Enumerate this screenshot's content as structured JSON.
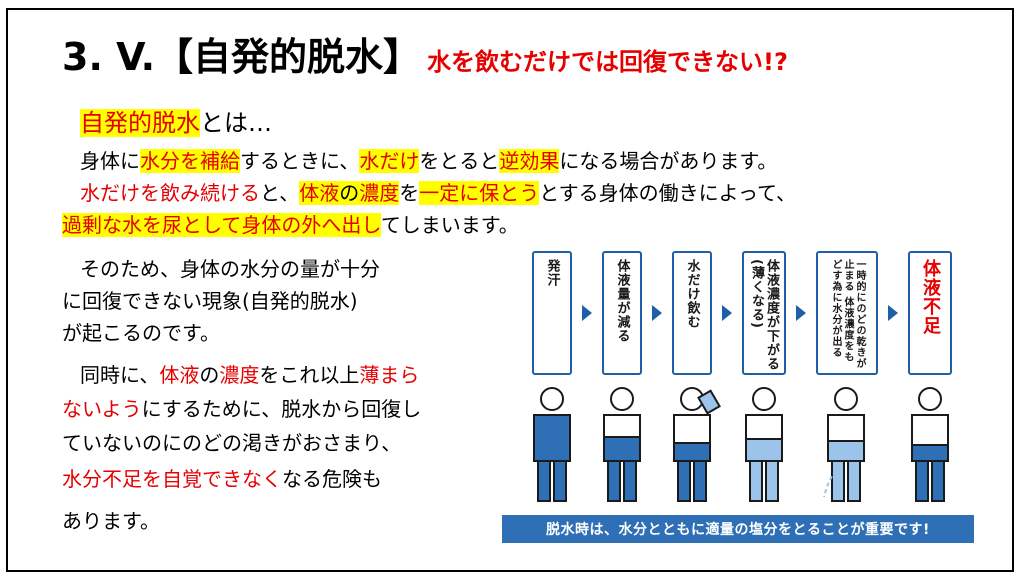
{
  "title": {
    "main": "3. V.【自発的脱水】",
    "sub": "水を飲むだけでは回復できない!?"
  },
  "intro": {
    "term": "自発的脱水",
    "rest": "とは…"
  },
  "para1": {
    "a": "身体に",
    "b": "水分を補給",
    "c": "するときに、",
    "d": "水だけ",
    "e": "をとると",
    "f": "逆効果",
    "g": "になる場合があります。"
  },
  "para2": {
    "a": "水だけを飲み続ける",
    "b": "と、",
    "c": "体液",
    "d": "の",
    "e": "濃度",
    "f": "を",
    "g": "一定に保とう",
    "h": "とする身体の働きによって、",
    "i": "過剰な水を尿として身体の外へ出し",
    "j": "てしまいます。"
  },
  "left": {
    "l1": "そのため、身体の水分の量が十分",
    "l2": "に回復できない現象(自発的脱水)",
    "l3": "が起こるのです。",
    "l4a": "同時に、",
    "l4b": "体液",
    "l4c": "の",
    "l4d": "濃度",
    "l4e": "をこれ以上",
    "l4f": "薄まら",
    "l5a": "ないよう",
    "l5b": "にするために、脱水から回復し",
    "l6": "ていないのにのどの渇きがおさまり、",
    "l7a": "水分不足を自覚できなく",
    "l7b": "なる危険も",
    "l8": "あります。"
  },
  "diagram": {
    "steps": [
      "発汗",
      "体液量が減る",
      "水だけ飲む",
      "体液濃度が下がる(薄くなる)",
      "一時的にのどの乾きが止まる 体液濃度をもどす為に水分が出る",
      "体液不足"
    ],
    "footer": "脱水時は、水分とともに適量の塩分をとることが重要です!",
    "colors": {
      "outline": "#1f5fa8",
      "water": "#2e6fb5",
      "accent": "#e60000"
    }
  }
}
